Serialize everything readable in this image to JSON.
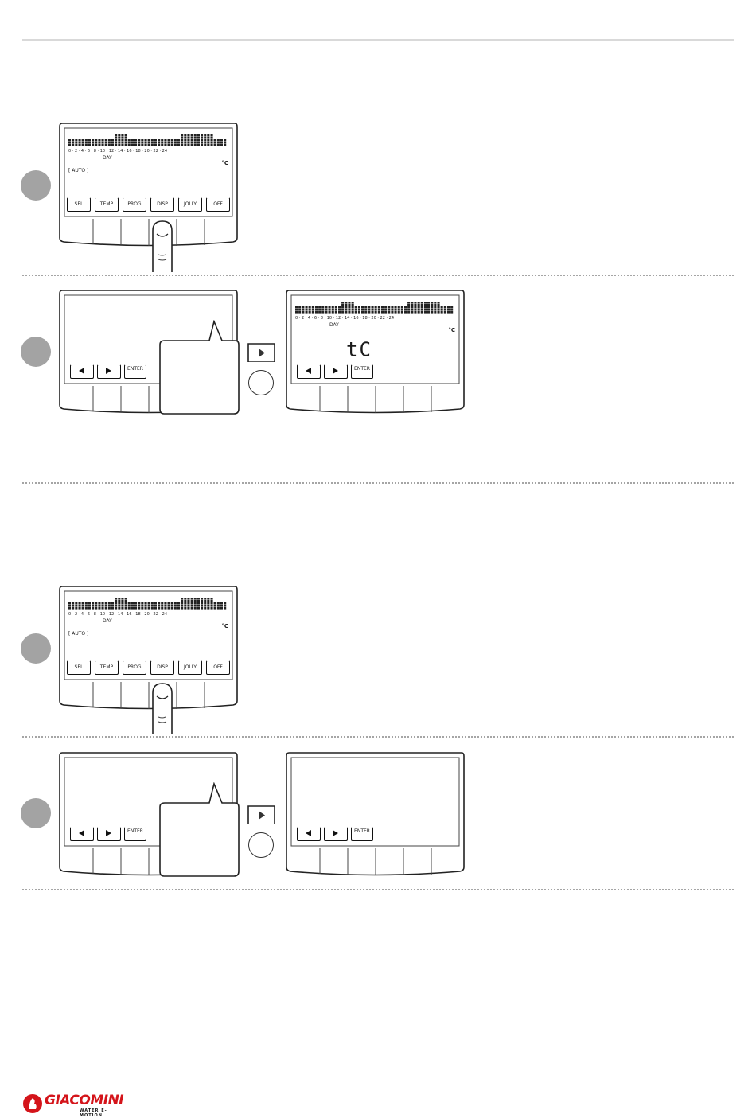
{
  "colors": {
    "step_circle": "#a3a3a3",
    "rule": "#d9d9d9",
    "dots": "#a5a5a5",
    "brand_red": "#d4141a"
  },
  "display": {
    "ticks": "0 · 2 · 4 · 6 · 8 · 10 · 12 · 14 · 16 · 18 · 20 · 22 · 24",
    "day": "DAY",
    "celsius": "°C",
    "auto": "AUTO",
    "softkeys": [
      "SEL",
      "TEMP",
      "PROG",
      "DISP",
      "JOLLY",
      "OFF"
    ],
    "enter": "ENTER",
    "tc_code": "tC"
  },
  "icons": {
    "finger": "finger-press-icon",
    "left_arrow": "left-arrow-icon",
    "right_arrow": "right-arrow-icon",
    "next": "play-next-icon"
  },
  "logo": {
    "brand": "GIACOMINI",
    "tagline": "WATER E-MOTION"
  }
}
